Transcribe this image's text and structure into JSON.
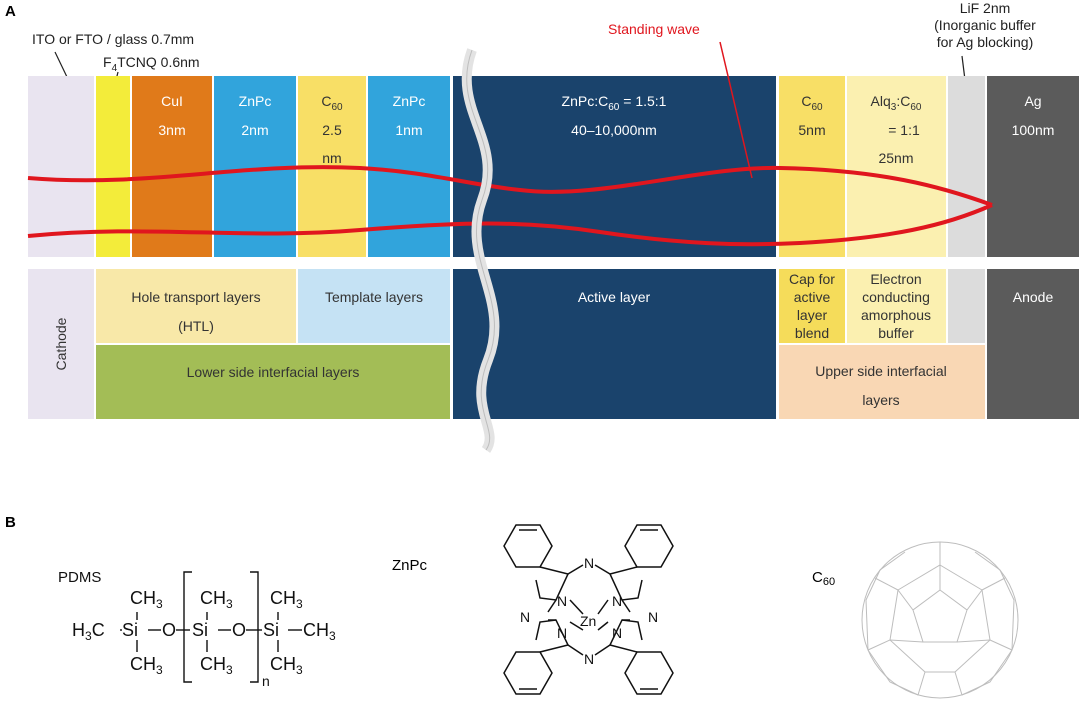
{
  "panels": {
    "a": "A",
    "b": "B"
  },
  "top_labels": {
    "substrate": "ITO or FTO / glass 0.7mm",
    "f4tcnq_pre": "F",
    "f4tcnq_sub": "4",
    "f4tcnq_post": "TCNQ 0.6nm",
    "lif_line1": "LiF 2nm",
    "lif_line2": "(Inorganic buffer",
    "lif_line3": "for Ag blocking)",
    "standing_wave": "Standing wave"
  },
  "layers": {
    "cui": {
      "name": "CuI",
      "thickness": "3nm"
    },
    "znpc1": {
      "name": "ZnPc",
      "thickness": "2nm"
    },
    "c60a": {
      "name_pre": "C",
      "name_sub": "60",
      "line2": "2.5",
      "line3": "nm"
    },
    "znpc2": {
      "name": "ZnPc",
      "thickness": "1nm"
    },
    "active": {
      "pre": "ZnPc:C",
      "sub": "60",
      "post": " = 1.5:1",
      "thickness": "40–10,000nm"
    },
    "c60b": {
      "name_pre": "C",
      "name_sub": "60",
      "thickness": "5nm"
    },
    "alq3": {
      "pre": "Alq",
      "sub1": "3",
      "mid": ":C",
      "sub2": "60",
      "line2": "= 1:1",
      "line3": "25nm"
    },
    "ag": {
      "name": "Ag",
      "thickness": "100nm"
    }
  },
  "functions": {
    "cathode": "Cathode",
    "htl_line1": "Hole transport layers",
    "htl_line2": "(HTL)",
    "template": "Template layers",
    "lower": "Lower side interfacial layers",
    "active": "Active layer",
    "cap_line1": "Cap for",
    "cap_line2": "active",
    "cap_line3": "layer",
    "cap_line4": "blend",
    "ecab_line1": "Electron",
    "ecab_line2": "conducting",
    "ecab_line3": "amorphous",
    "ecab_line4": "buffer",
    "upper_line1": "Upper side interfacial",
    "upper_line2": "layers",
    "anode": "Anode"
  },
  "molecules": {
    "pdms": {
      "title": "PDMS",
      "ch": "CH",
      "three": "3",
      "h": "H",
      "c": "C",
      "si": "Si",
      "o": "O",
      "n": "n"
    },
    "znpc": {
      "title": "ZnPc",
      "zn": "Zn",
      "n": "N"
    },
    "c60": {
      "title_pre": "C",
      "title_sub": "60"
    }
  },
  "colors": {
    "glass": "#e9e4f0",
    "f4tcnq": "#f3ec3a",
    "cui": "#e07a1a",
    "znpc": "#31a4dc",
    "c60": "#f8df66",
    "active": "#1a436c",
    "alq3": "#fbf0b0",
    "lif": "#dcdcdc",
    "ag": "#5b5b5b",
    "htl": "#f8e8a8",
    "template": "#c5e2f4",
    "lower": "#a3bd56",
    "cap": "#f5dc5a",
    "upper": "#f9d7b4",
    "wave": "#e0161e"
  }
}
